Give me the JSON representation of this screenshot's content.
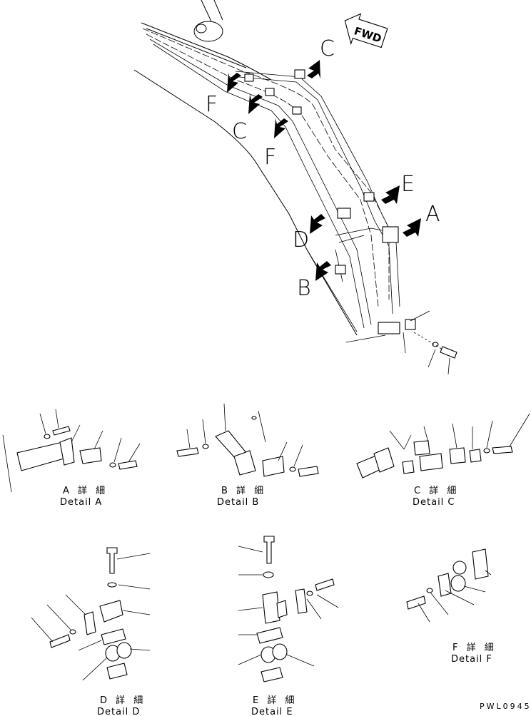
{
  "forward_sign": "FWD",
  "callouts": [
    {
      "id": "c-top",
      "letter": "C"
    },
    {
      "id": "f-left",
      "letter": "F"
    },
    {
      "id": "c-left",
      "letter": "C"
    },
    {
      "id": "f-mid",
      "letter": "F"
    },
    {
      "id": "e-right",
      "letter": "E"
    },
    {
      "id": "a-right",
      "letter": "A"
    },
    {
      "id": "d-left",
      "letter": "D"
    },
    {
      "id": "b-left",
      "letter": "B"
    }
  ],
  "details": [
    {
      "id": "a",
      "jp": "A 詳 細",
      "en": "Detail A"
    },
    {
      "id": "b",
      "jp": "B 詳 細",
      "en": "Detail B"
    },
    {
      "id": "c",
      "jp": "C 詳 細",
      "en": "Detail C"
    },
    {
      "id": "d",
      "jp": "D 詳 細",
      "en": "Detail D"
    },
    {
      "id": "e",
      "jp": "E 詳 細",
      "en": "Detail E"
    },
    {
      "id": "f",
      "jp": "F 詳 細",
      "en": "Detail F"
    }
  ],
  "drawing_code": "PWL0945"
}
